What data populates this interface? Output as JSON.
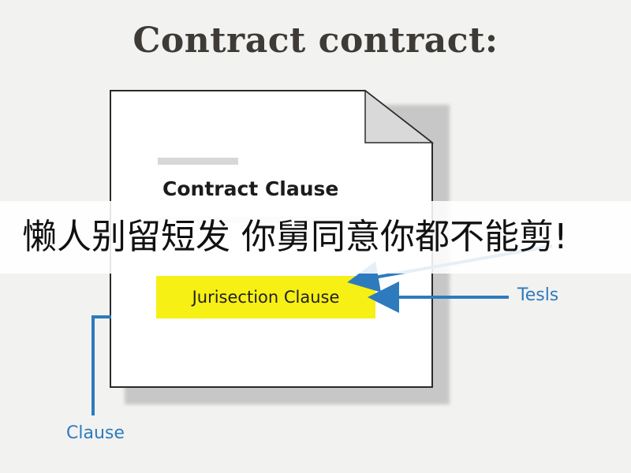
{
  "title": "Contract contract:",
  "document": {
    "heading": "Contract Clause",
    "highlight": "Jurisection Clause"
  },
  "banner": {
    "text": "懒人别留短发 你舅同意你都不能剪!"
  },
  "labels": {
    "tesls": "Tesls",
    "clause": "Clause"
  },
  "colors": {
    "arrow": "#2d7bbd",
    "highlight": "#f6f015",
    "title": "#3e3b36"
  }
}
